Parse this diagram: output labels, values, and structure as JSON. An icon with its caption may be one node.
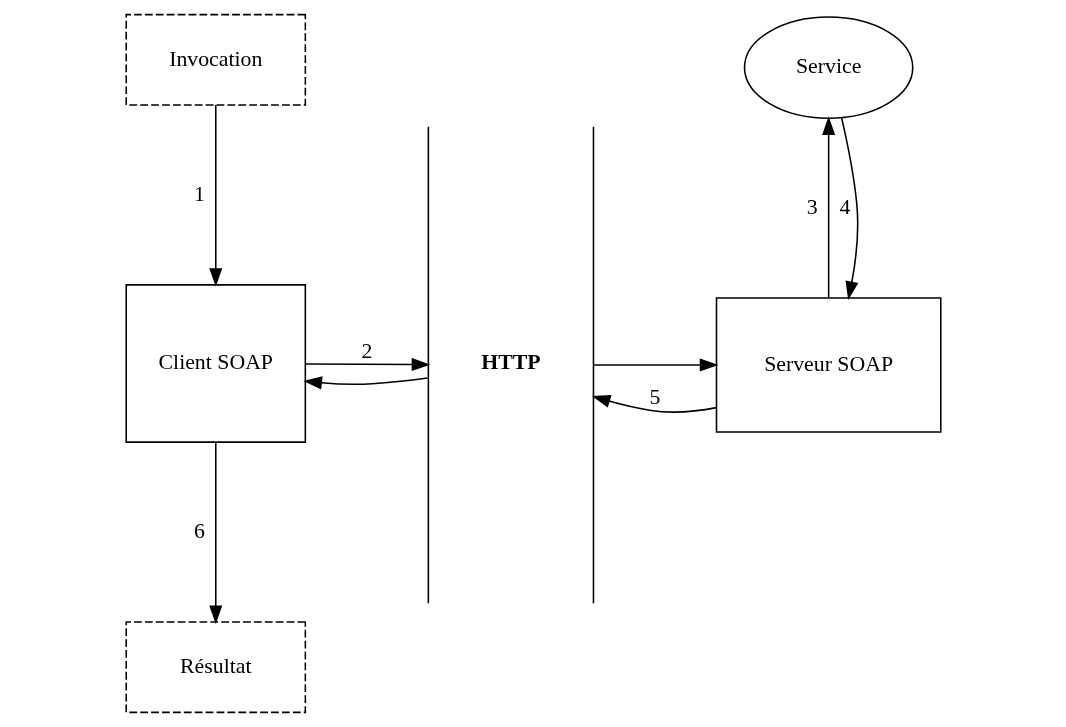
{
  "diagram": {
    "nodes": [
      {
        "text": [
          "Invocation"
        ]
      },
      {
        "text": [
          "Client SOAP"
        ]
      },
      {
        "text": [
          "HTTP"
        ]
      },
      {
        "text": [
          "Service"
        ]
      },
      {
        "text": [
          "Serveur SOAP"
        ]
      },
      {
        "text": [
          "Résultat"
        ]
      }
    ],
    "edges": [
      {
        "from": 0,
        "to": 1,
        "arrow": "to",
        "label": "1"
      },
      {
        "from": 1,
        "to": 2,
        "arrow": "to",
        "label": "2"
      },
      {
        "from": 2,
        "to": 1,
        "arrow": "to"
      },
      {
        "from": 2,
        "to": 4,
        "arrow": "to"
      },
      {
        "from": 4,
        "to": 3,
        "arrow": "to",
        "label": "3"
      },
      {
        "from": 3,
        "to": 4,
        "arrow": "to",
        "label": "4"
      },
      {
        "from": 4,
        "to": 2,
        "arrow": "to",
        "label": "5"
      },
      {
        "from": 1,
        "to": 5,
        "arrow": "to",
        "label": "6"
      }
    ]
  }
}
